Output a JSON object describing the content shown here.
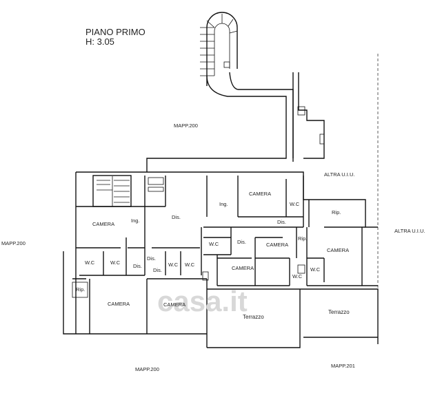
{
  "plan": {
    "title": "PIANO PRIMO",
    "height_label": "H: 3.05",
    "labels": {
      "mapp200_top": "MAPP.200",
      "mapp200_left": "MAPP.200",
      "mapp200_bottom": "MAPP.200",
      "mapp201": "MAPP.201",
      "altra_uiu_top": "ALTRA U.I.U.",
      "altra_uiu_right": "ALTRA U.I.U.",
      "camera_1": "CAMERA",
      "camera_2": "CAMERA",
      "camera_3": "CAMERA",
      "camera_4": "CAMERA",
      "camera_5": "CAMERA",
      "camera_6": "CAMERA",
      "camera_7": "CAMERA",
      "ing_1": "Ing.",
      "ing_2": "Ing.",
      "dis_1": "Dis.",
      "dis_2": "Dis.",
      "dis_3": "Dis.",
      "dis_4": "Dis.",
      "dis_5": "Dis.",
      "dis_6": "Dis.",
      "wc_1": "W.C",
      "wc_2": "W.C",
      "wc_3": "W.C",
      "wc_4": "W.C",
      "wc_5": "W.C",
      "wc_6": "W.C",
      "wc_7": "W.C",
      "wc_8": "W.C",
      "rip_1": "Rip.",
      "rip_2": "Rip.",
      "rip_3": "Rip.",
      "terrazzo_1": "Terrazzo",
      "terrazzo_2": "Terrazzo"
    }
  }
}
